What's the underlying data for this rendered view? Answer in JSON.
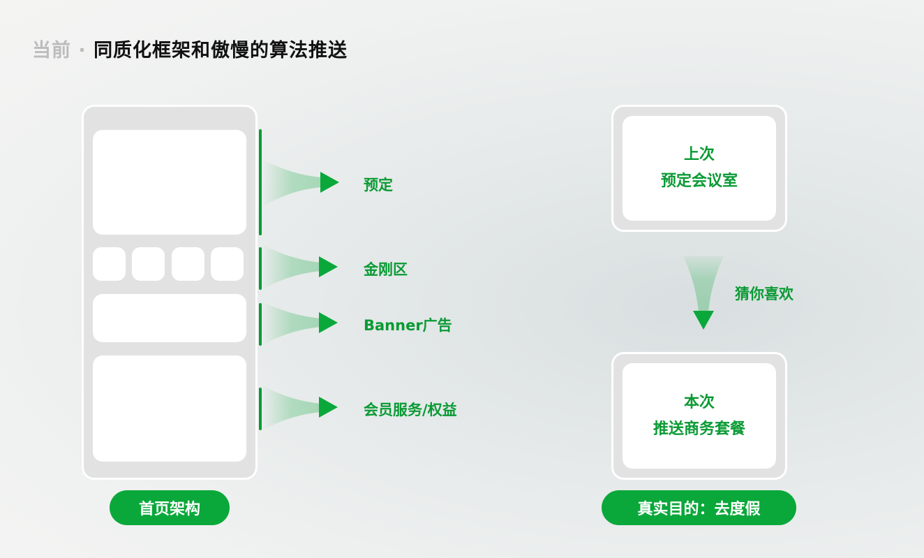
{
  "title": {
    "prefix": "当前 · ",
    "main": "同质化框架和傲慢的算法推送"
  },
  "left": {
    "sections": [
      {
        "label": "预定"
      },
      {
        "label": "金刚区"
      },
      {
        "label": "Banner广告"
      },
      {
        "label": "会员服务/权益"
      }
    ],
    "caption": "首页架构"
  },
  "right": {
    "previous": {
      "line1": "上次",
      "line2": "预定会议室"
    },
    "arrow_label": "猜你喜欢",
    "current": {
      "line1": "本次",
      "line2": "推送商务套餐"
    },
    "caption": "真实目的：去度假"
  },
  "colors": {
    "accent": "#0aa83a",
    "frame": "#e2e2e2"
  }
}
